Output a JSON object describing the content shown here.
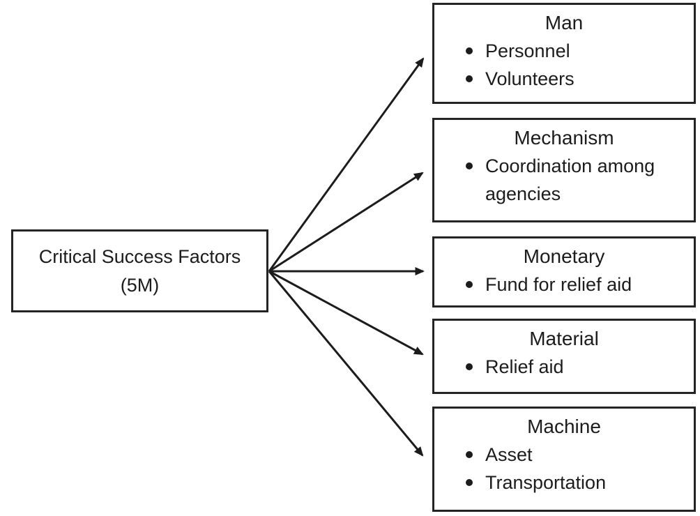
{
  "diagram": {
    "source": {
      "line1": "Critical Success Factors",
      "line2": "(5M)"
    },
    "factors": [
      {
        "title": "Man",
        "items": [
          "Personnel",
          "Volunteers"
        ]
      },
      {
        "title": "Mechanism",
        "items": [
          "Coordination among agencies"
        ]
      },
      {
        "title": "Monetary",
        "items": [
          "Fund for relief aid"
        ]
      },
      {
        "title": "Material",
        "items": [
          "Relief aid"
        ]
      },
      {
        "title": "Machine",
        "items": [
          "Asset",
          "Transportation"
        ]
      }
    ],
    "colors": {
      "ink": "#1c1c1c",
      "border": "#242424",
      "background": "#ffffff"
    }
  }
}
